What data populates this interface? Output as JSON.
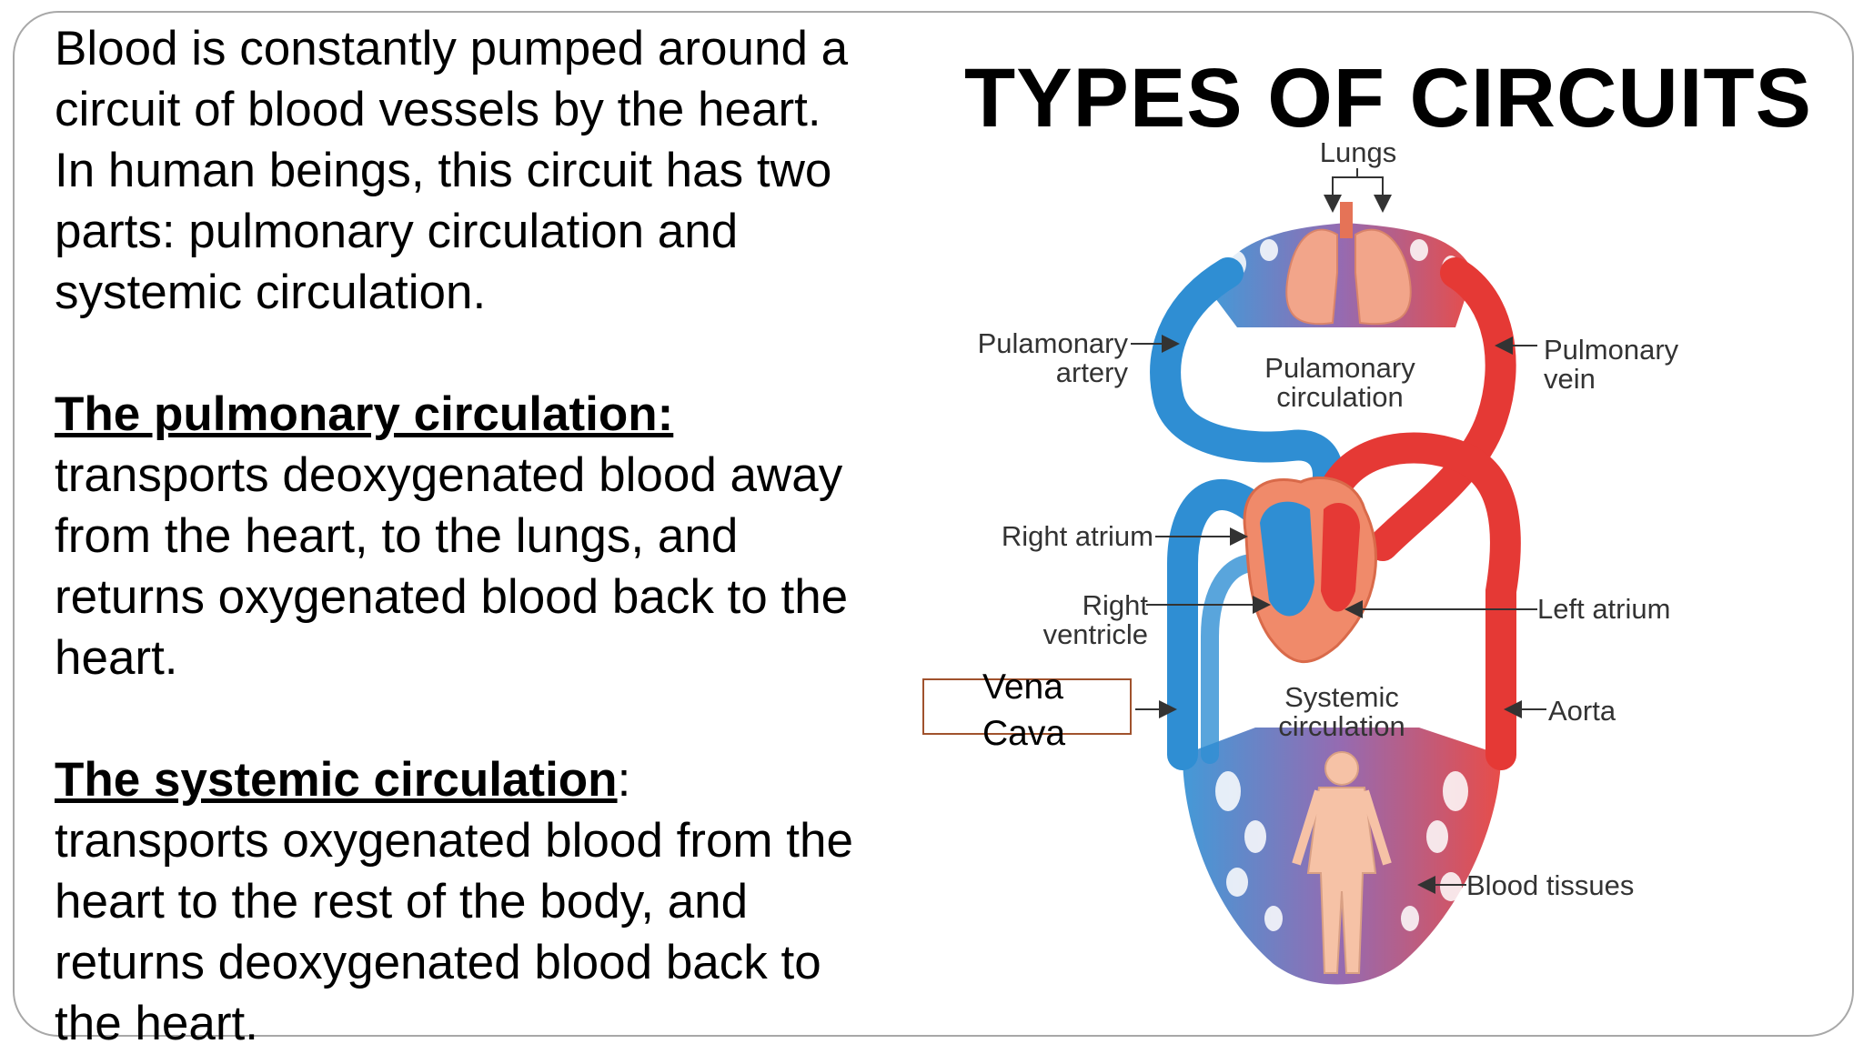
{
  "title": "TYPES OF CIRCUITS",
  "intro_lines": [
    "Blood is constantly pumped around a",
    "circuit of blood vessels by the heart.",
    "In human beings, this circuit has two",
    "parts: pulmonary circulation and",
    "systemic circulation."
  ],
  "pulmonary": {
    "heading": "The pulmonary circulation:",
    "lines": [
      "transports deoxygenated blood away",
      "from the heart, to the lungs, and",
      "returns oxygenated blood back to the",
      "heart."
    ]
  },
  "systemic": {
    "heading": "The systemic circulation",
    "heading_suffix": ":",
    "lines": [
      "transports oxygenated blood from the",
      "heart to the rest of the body, and",
      "returns deoxygenated blood back to",
      "the heart."
    ]
  },
  "diagram": {
    "lungs": "Lungs",
    "pulmonary_artery": [
      "Pulamonary",
      "artery"
    ],
    "pulmonary_circulation": [
      "Pulamonary",
      "circulation"
    ],
    "pulmonary_vein": [
      "Pulmonary",
      "vein"
    ],
    "right_atrium": "Right atrium",
    "right_ventricle": [
      "Right",
      "ventricle"
    ],
    "left_atrium": "Left atrium",
    "systemic_circulation": [
      "Systemic",
      "circulation"
    ],
    "aorta": "Aorta",
    "blood_tissues": "Blood tissues",
    "vena_cava": "Vena\nCava",
    "colors": {
      "oxygenated": "#e53935",
      "deoxygenated": "#2f8ed3",
      "capillary": "#8a5aa8",
      "lungs": "#f2a58a",
      "body": "#f6c2a6",
      "heart": "#f08a6a"
    }
  }
}
